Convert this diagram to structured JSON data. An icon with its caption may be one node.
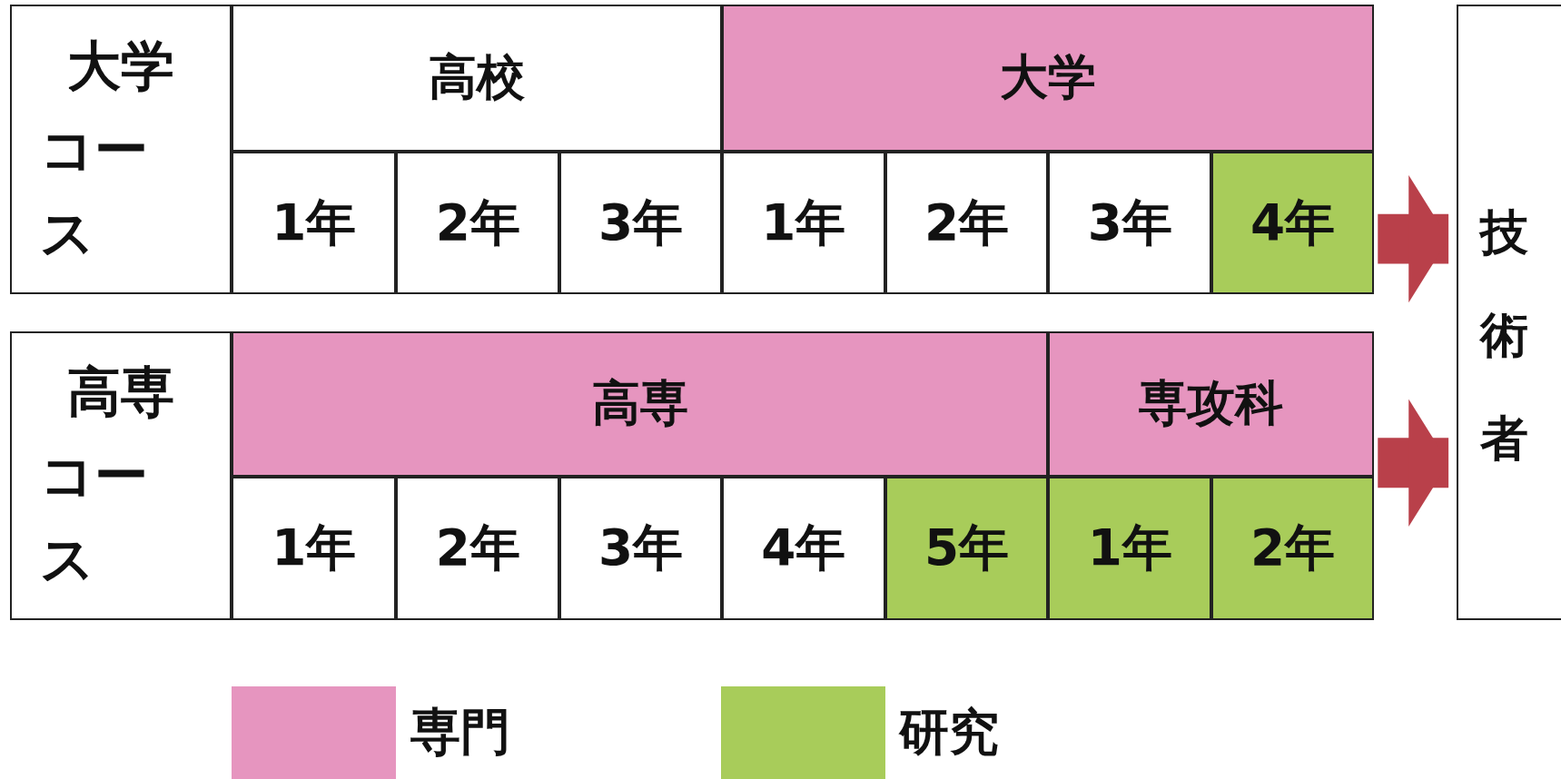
{
  "diagram": {
    "nodes": [
      {
        "text": [
          "大学コース"
        ]
      },
      {
        "text": [
          "高校"
        ]
      },
      {
        "text": [
          "大学"
        ]
      },
      {
        "text": [
          "1年"
        ]
      },
      {
        "text": [
          "2年"
        ]
      },
      {
        "text": [
          "3年"
        ]
      },
      {
        "text": [
          "1年"
        ]
      },
      {
        "text": [
          "2年"
        ]
      },
      {
        "text": [
          "3年"
        ]
      },
      {
        "text": [
          "4年"
        ]
      },
      {
        "text": [
          "高専コース"
        ]
      },
      {
        "text": [
          "高専"
        ]
      },
      {
        "text": [
          "専攻科"
        ]
      },
      {
        "text": [
          "1年"
        ]
      },
      {
        "text": [
          "2年"
        ]
      },
      {
        "text": [
          "3年"
        ]
      },
      {
        "text": [
          "4年"
        ]
      },
      {
        "text": [
          "5年"
        ]
      },
      {
        "text": [
          "1年"
        ]
      },
      {
        "text": [
          "2年"
        ]
      },
      {
        "text": [
          "技術者"
        ]
      }
    ],
    "edges": [
      {
        "from": 9,
        "to": 20,
        "arrow": "to"
      },
      {
        "from": 12,
        "to": 20,
        "arrow": "to"
      }
    ],
    "legend": [
      {
        "text": "専門",
        "color": "#e695bf"
      },
      {
        "text": "研究",
        "color": "#a8cc5a"
      }
    ]
  }
}
